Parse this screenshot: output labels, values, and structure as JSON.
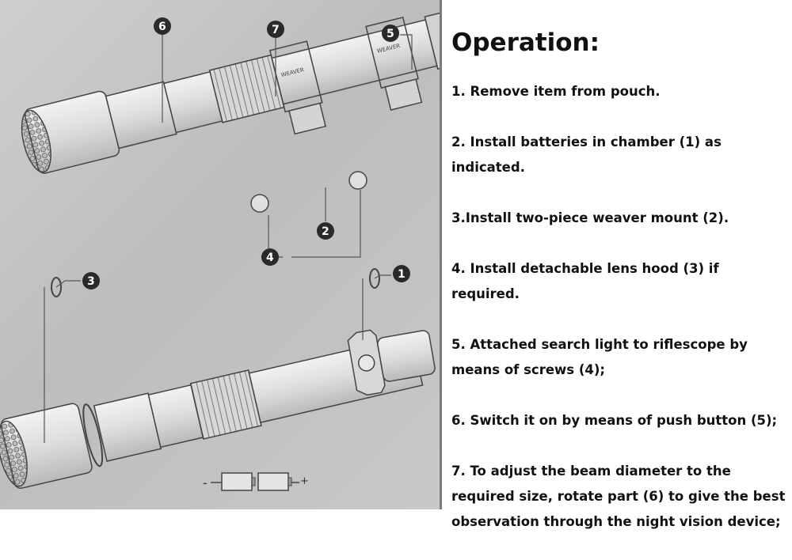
{
  "operation": {
    "title": "Operation:",
    "steps": [
      "1. Remove item from pouch.",
      "2. Install batteries in chamber (1) as indicated.",
      "3.Install two-piece weaver mount (2).",
      "4. Install detachable lens hood (3) if required.",
      "5. Attached search light to riflescope by means of screws (4);",
      "6. Switch it on by means of push button (5);",
      "7. To adjust the beam diameter to the required size, rotate part (6) to give the best observation through the night vision device;"
    ]
  },
  "diagram": {
    "callouts": [
      "6",
      "7",
      "5",
      "2",
      "4",
      "3",
      "1"
    ],
    "mount_label": "WEAVER",
    "battery_minus": "-",
    "battery_plus": "+"
  }
}
